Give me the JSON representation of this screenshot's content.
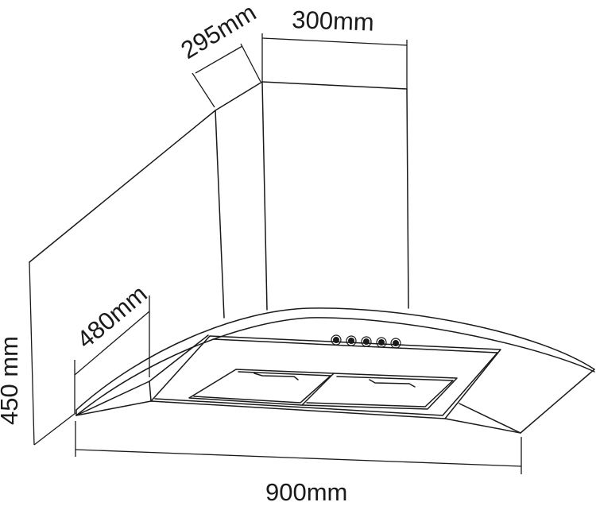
{
  "diagram": {
    "dimensions": {
      "chimney_depth": "295mm",
      "chimney_width": "300mm",
      "canopy_depth": "480mm",
      "height": "450 mm",
      "width": "900mm"
    },
    "control_buttons": 5
  }
}
